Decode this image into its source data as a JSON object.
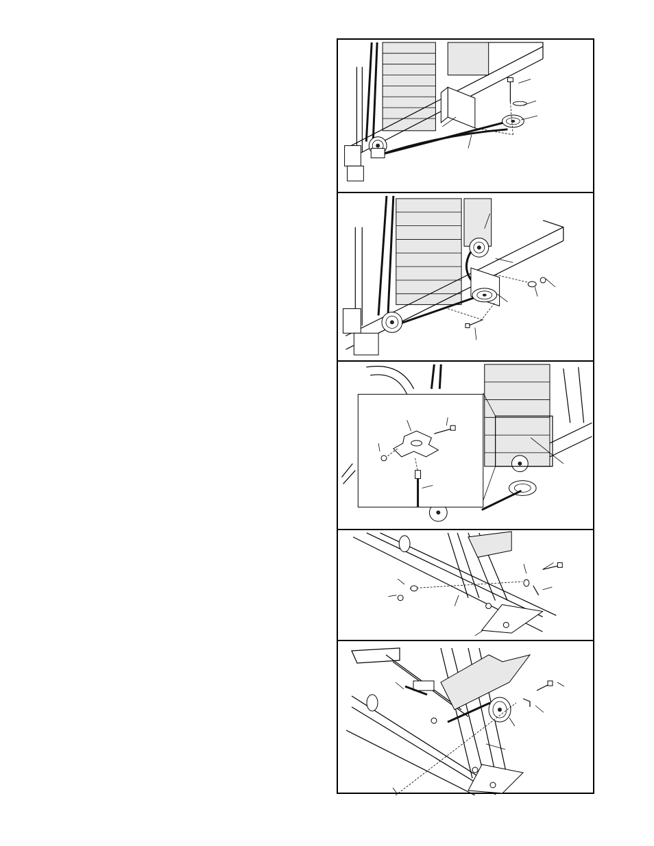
{
  "figure": {
    "panels": [
      {
        "id": "panel-1",
        "content": "pulley-and-cable-at-base"
      },
      {
        "id": "panel-2",
        "content": "double-pulley-bracket"
      },
      {
        "id": "panel-3",
        "content": "cable-end-plate-detail"
      },
      {
        "id": "panel-4",
        "content": "leg-frame-bolt"
      },
      {
        "id": "panel-5",
        "content": "leg-pulley-and-bracket"
      }
    ]
  }
}
